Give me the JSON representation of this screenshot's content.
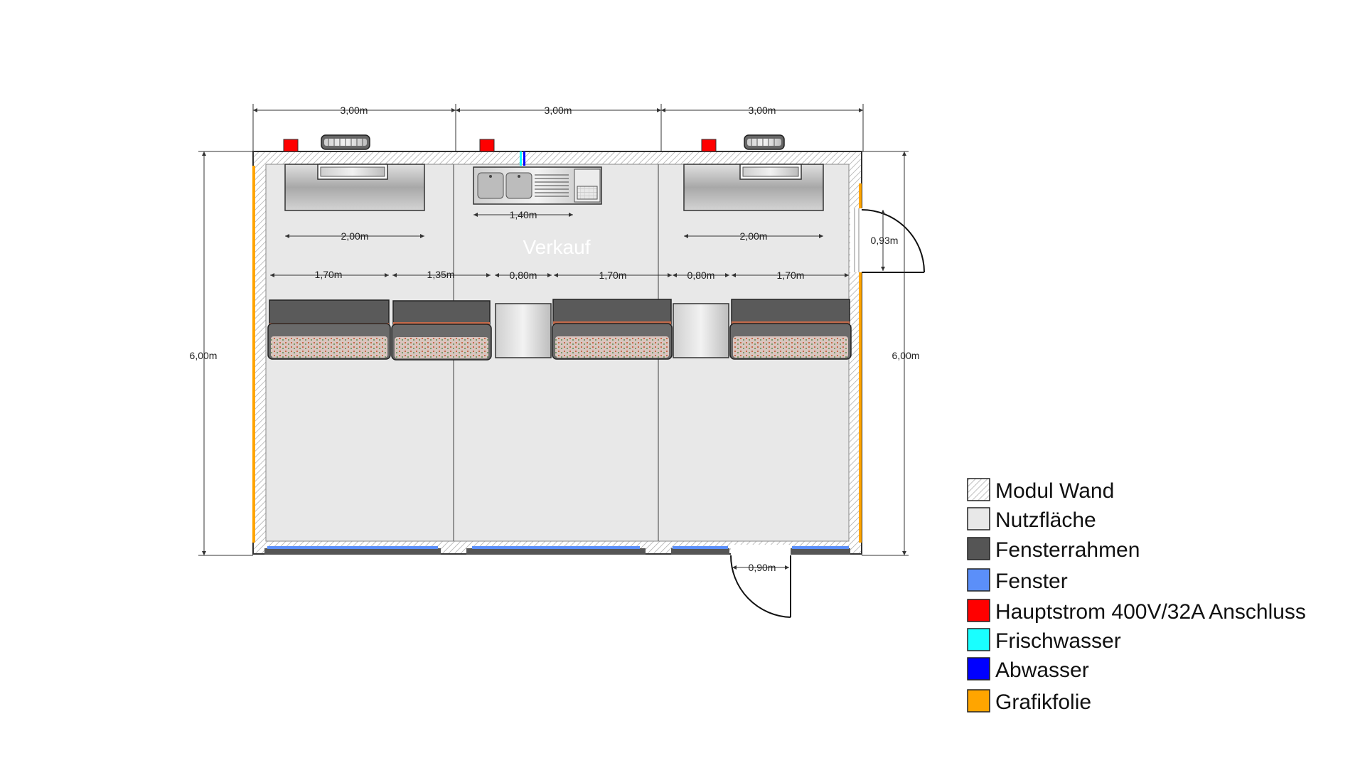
{
  "room_label": "Verkauf",
  "dimensions": {
    "module_width_1": "3,00m",
    "module_width_2": "3,00m",
    "module_width_3": "3,00m",
    "height_left": "6,00m",
    "height_right": "6,00m",
    "counter_left": "2,00m",
    "counter_right": "2,00m",
    "sink": "1,40m",
    "display_1": "1,70m",
    "display_2": "1,35m",
    "cabinet_1": "0,80m",
    "display_3": "1,70m",
    "cabinet_2": "0,80m",
    "display_4": "1,70m",
    "door_side": "0,93m",
    "door_front": "0,90m"
  },
  "legend": [
    {
      "label": "Modul Wand",
      "color": "#ffffff",
      "pattern": "hatch"
    },
    {
      "label": "Nutzfläche",
      "color": "#e8e8e8"
    },
    {
      "label": "Fensterrahmen",
      "color": "#555555"
    },
    {
      "label": "Fenster",
      "color": "#5b8ff9"
    },
    {
      "label": "Hauptstrom 400V/32A Anschluss",
      "color": "#ff0000"
    },
    {
      "label": "Frischwasser",
      "color": "#19ffff"
    },
    {
      "label": "Abwasser",
      "color": "#0000ff"
    },
    {
      "label": "Grafikfolie",
      "color": "#ffa500"
    }
  ]
}
